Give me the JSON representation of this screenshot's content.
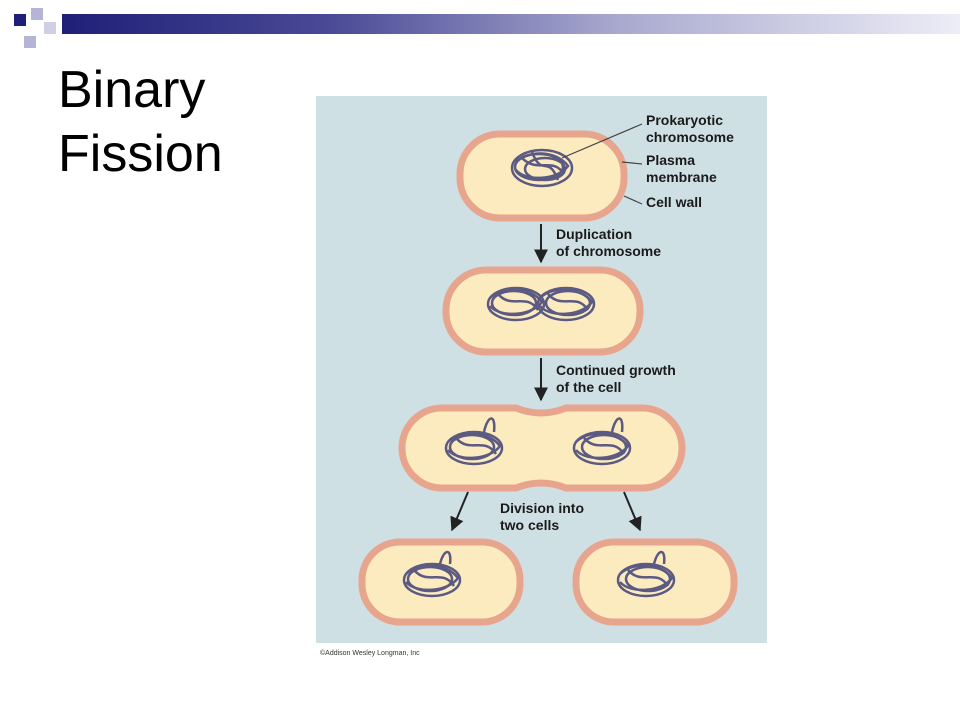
{
  "title": {
    "line1": "Binary",
    "line2": "Fission"
  },
  "colors": {
    "header_dark": "#1f1f78",
    "header_light": "#ededf7",
    "figure_background": "#cfe0e4",
    "cytoplasm": "#fdebc0",
    "cell_wall": "#e8a58e",
    "chromosome": "#5a5a82"
  },
  "figure": {
    "labels": {
      "prokaryotic_chromosome": [
        "Prokaryotic",
        "chromosome"
      ],
      "plasma_membrane": [
        "Plasma",
        "membrane"
      ],
      "cell_wall": "Cell wall"
    },
    "steps": {
      "duplication": [
        "Duplication",
        "of chromosome"
      ],
      "growth": [
        "Continued growth",
        "of the cell"
      ],
      "division": [
        "Division into",
        "two cells"
      ]
    },
    "credit": "©Addison Wesley Longman, Inc"
  }
}
